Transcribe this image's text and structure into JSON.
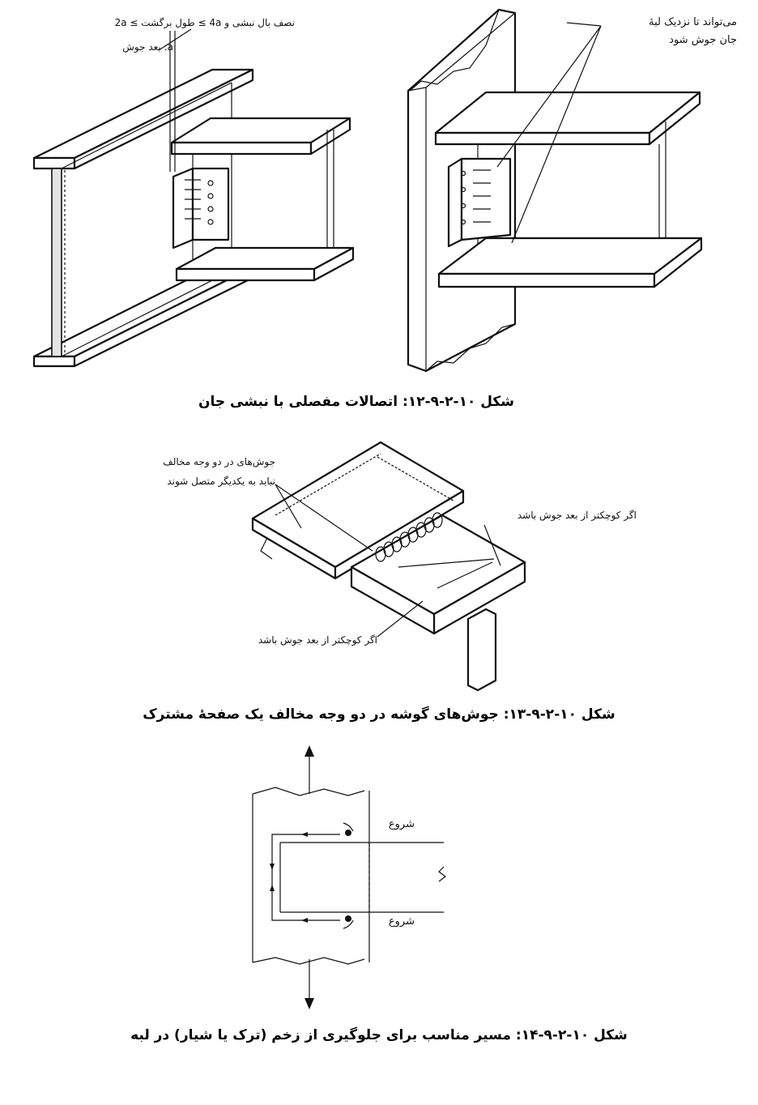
{
  "figure12": {
    "caption": "شکل ۱۰-۲-۹-۱۲: اتصالات مفصلی با نبشی جان",
    "left_annot_line1": "نصف بال نبشی و 4a ≥ طول برگشت ≥ 2a",
    "left_annot_line2": "a: بعد جوش",
    "right_annot_line1": "می‌تواند تا نزدیک لبهٔ",
    "right_annot_line2": "جان جوش شود"
  },
  "figure13": {
    "caption": "شکل ۱۰-۲-۹-۱۳: جوش‌های گوشه در دو وجه مخالف یک صفحهٔ مشترک",
    "annot_line1": "جوش‌های در دو وجه مخالف",
    "annot_line2": "نباید به یکدیگر متصل شوند",
    "annot_right": "اگر کوچکتر از بعد جوش باشد",
    "annot_bottom": "اگر کوچکتر از بعد جوش باشد"
  },
  "figure14": {
    "caption": "شکل ۱۰-۲-۹-۱۴: مسیر مناسب برای جلوگیری از زخم (ترک یا شیار) در لبه",
    "start_top": "شروع",
    "start_bottom": "شروع"
  }
}
